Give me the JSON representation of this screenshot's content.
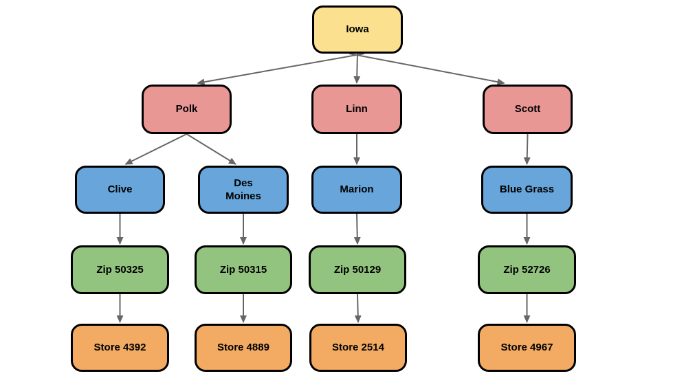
{
  "diagram": {
    "colors": {
      "root": "#FAE08F",
      "county": "#E99795",
      "city": "#67A5DA",
      "zip": "#93C47F",
      "store": "#F3AB63",
      "arrow": "#666666",
      "node_border": "#000000",
      "background": "#FFFFFF"
    },
    "nodes": [
      {
        "id": "iowa",
        "label": "Iowa",
        "level": "root"
      },
      {
        "id": "polk",
        "label": "Polk",
        "level": "county"
      },
      {
        "id": "linn",
        "label": "Linn",
        "level": "county"
      },
      {
        "id": "scott",
        "label": "Scott",
        "level": "county"
      },
      {
        "id": "clive",
        "label": "Clive",
        "level": "city"
      },
      {
        "id": "des-moines",
        "label": "Des\nMoines",
        "level": "city"
      },
      {
        "id": "marion",
        "label": "Marion",
        "level": "city"
      },
      {
        "id": "blue-grass",
        "label": "Blue Grass",
        "level": "city"
      },
      {
        "id": "zip-50325",
        "label": "Zip 50325",
        "level": "zip"
      },
      {
        "id": "zip-50315",
        "label": "Zip 50315",
        "level": "zip"
      },
      {
        "id": "zip-50129",
        "label": "Zip 50129",
        "level": "zip"
      },
      {
        "id": "zip-52726",
        "label": "Zip 52726",
        "level": "zip"
      },
      {
        "id": "store-4392",
        "label": "Store 4392",
        "level": "store"
      },
      {
        "id": "store-4889",
        "label": "Store 4889",
        "level": "store"
      },
      {
        "id": "store-2514",
        "label": "Store 2514",
        "level": "store"
      },
      {
        "id": "store-4967",
        "label": "Store 4967",
        "level": "store"
      }
    ],
    "edges": [
      {
        "from": "iowa",
        "to": "polk"
      },
      {
        "from": "iowa",
        "to": "linn"
      },
      {
        "from": "iowa",
        "to": "scott"
      },
      {
        "from": "polk",
        "to": "clive"
      },
      {
        "from": "polk",
        "to": "des-moines"
      },
      {
        "from": "linn",
        "to": "marion"
      },
      {
        "from": "scott",
        "to": "blue-grass"
      },
      {
        "from": "clive",
        "to": "zip-50325"
      },
      {
        "from": "des-moines",
        "to": "zip-50315"
      },
      {
        "from": "marion",
        "to": "zip-50129"
      },
      {
        "from": "blue-grass",
        "to": "zip-52726"
      },
      {
        "from": "zip-50325",
        "to": "store-4392"
      },
      {
        "from": "zip-50315",
        "to": "store-4889"
      },
      {
        "from": "zip-50129",
        "to": "store-2514"
      },
      {
        "from": "zip-52726",
        "to": "store-4967"
      }
    ]
  }
}
